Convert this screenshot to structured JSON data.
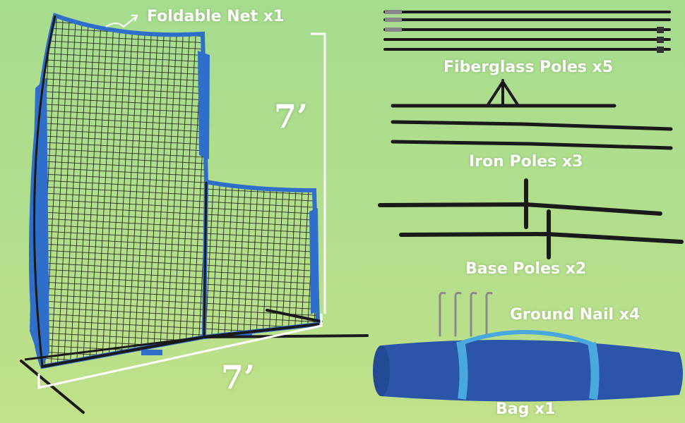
{
  "labels": {
    "foldable_net": "Foldable Net x1",
    "fiberglass_poles": "Fiberglass Poles x5",
    "iron_poles": "Iron Poles x3",
    "base_poles": "Base Poles x2",
    "ground_nail": "Ground Nail x4",
    "bag": "Bag x1"
  },
  "dimensions": {
    "height": "7’",
    "width": "7’"
  },
  "colors": {
    "background_top": "#a6dc8e",
    "background_bottom": "#c1e089",
    "net_border": "#2f6fc9",
    "bag": "#2a55a8",
    "bag_strap": "#4aa8e0",
    "poles": "#1a1a1a"
  }
}
